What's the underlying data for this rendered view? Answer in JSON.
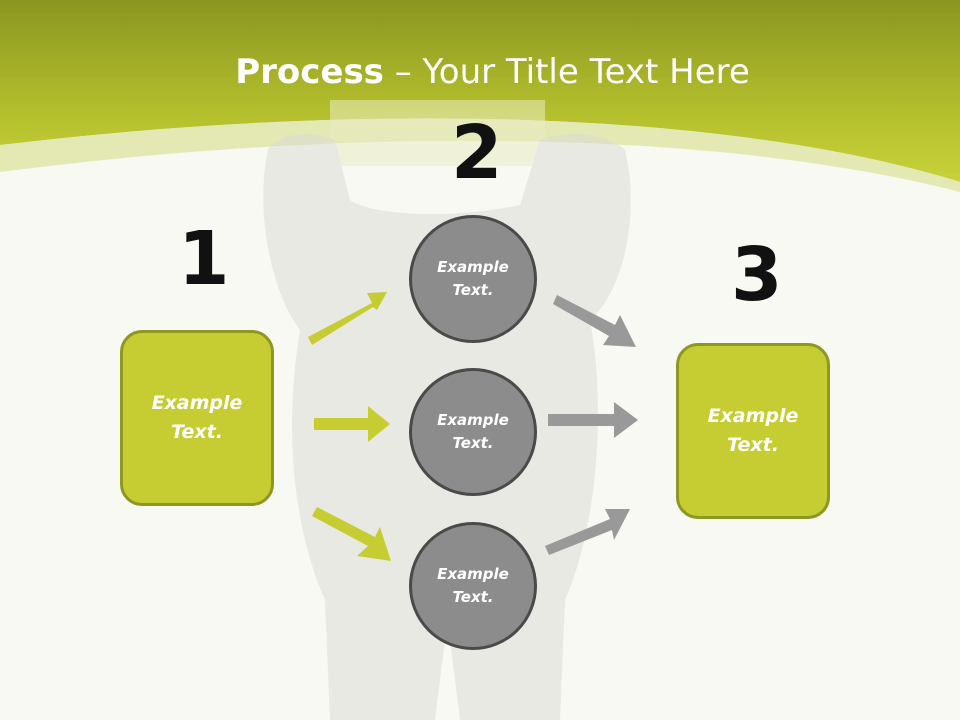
{
  "title": {
    "bold": "Process",
    "rest": " – Your Title Text Here"
  },
  "steps": [
    {
      "number": "1",
      "text": "Example\nText."
    },
    {
      "number": "2"
    },
    {
      "number": "3",
      "text": "Example\nText."
    }
  ],
  "circles": [
    {
      "text": "Example\nText."
    },
    {
      "text": "Example\nText."
    },
    {
      "text": "Example\nText."
    }
  ],
  "colors": {
    "accent": "#c6cd33",
    "accent_border": "#8c9820",
    "circle": "#8c8c8c",
    "circle_border": "#4a4a4a",
    "arrow_gray": "#999999"
  }
}
